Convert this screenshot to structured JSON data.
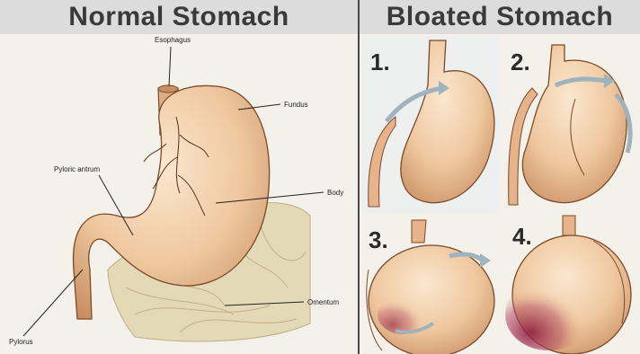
{
  "headers": {
    "normal": "Normal Stomach",
    "bloated": "Bloated Stomach"
  },
  "labels": {
    "esophagus": "Esophagus",
    "fundus": "Fundus",
    "pyloric_antrum": "Pyloric antrum",
    "body": "Body",
    "omentum": "Omentum",
    "pylorus": "Pylorus"
  },
  "stages": [
    "1.",
    "2.",
    "3.",
    "4."
  ],
  "colors": {
    "stomach_fill": "#e9b98f",
    "stomach_light": "#f3d4b2",
    "outline": "#7a4a2a",
    "omentum": "#d9cfa8",
    "arrow": "#9fb3bd",
    "inflamed": "#9a2045",
    "header_bg": "#dcdcdc"
  }
}
